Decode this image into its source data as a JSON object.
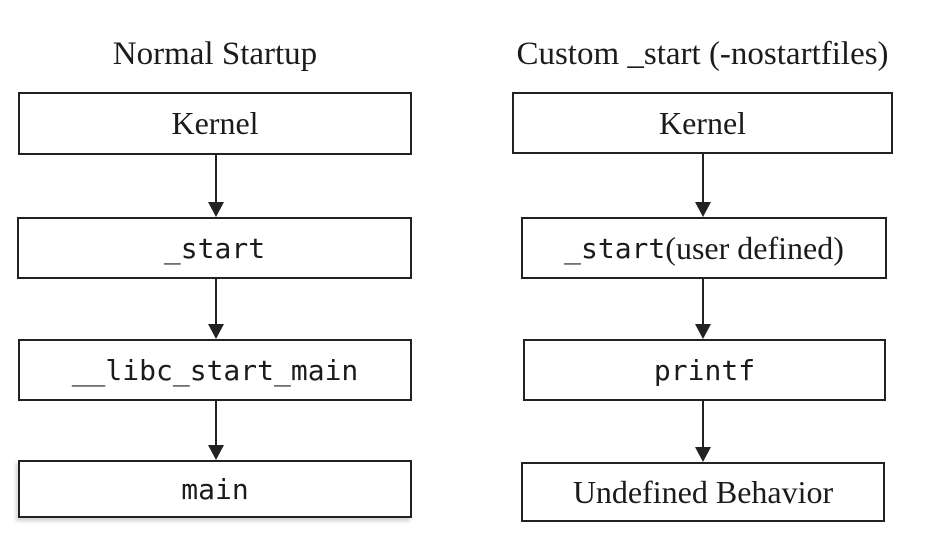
{
  "diagram": {
    "colors": {
      "background": "#ffffff",
      "line": "#222222",
      "text": "#1b1b1b"
    },
    "left": {
      "title": "Normal Startup",
      "boxes": [
        {
          "label": "Kernel"
        },
        {
          "label": "_start"
        },
        {
          "label": "__libc_start_main"
        },
        {
          "label": "main"
        }
      ]
    },
    "right": {
      "title": "Custom _start (-nostartfiles)",
      "boxes": [
        {
          "label": "Kernel"
        },
        {
          "label_mono": "_start",
          "label_serif": " (user defined)"
        },
        {
          "label": "printf"
        },
        {
          "label": "Undefined Behavior"
        }
      ]
    }
  }
}
